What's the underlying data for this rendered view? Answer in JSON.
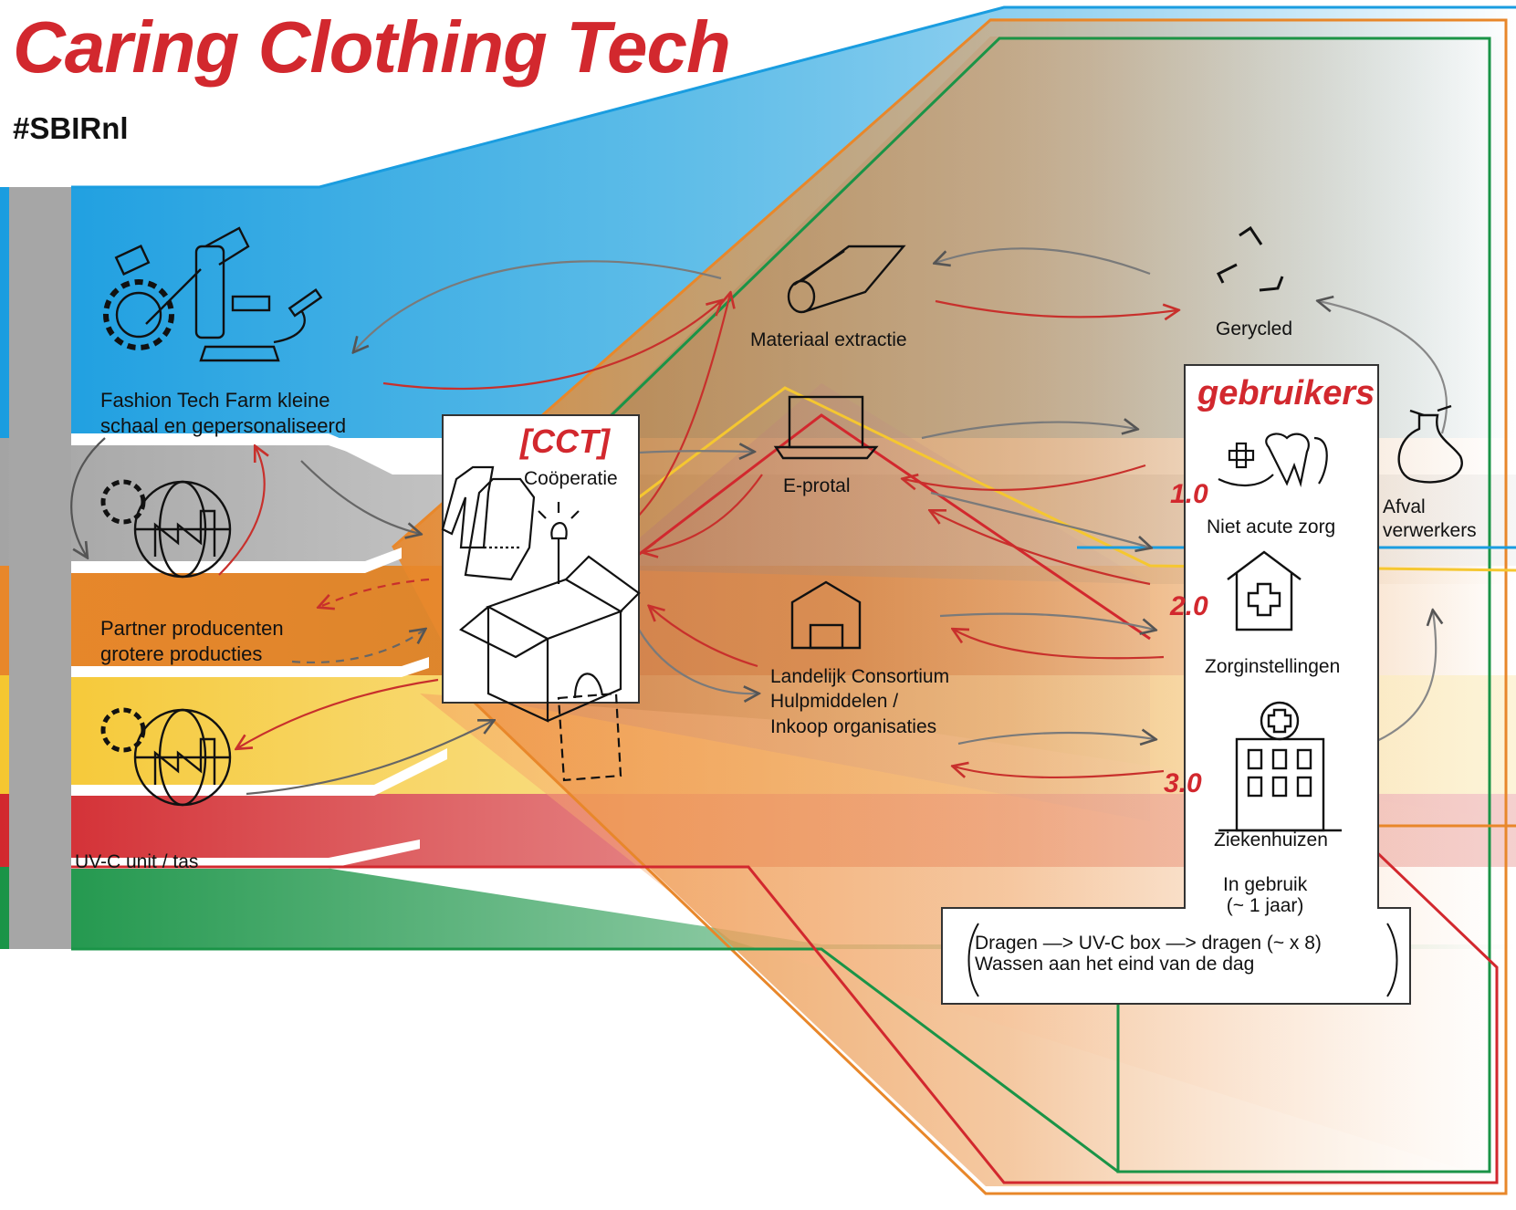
{
  "title": "Caring Clothing Tech",
  "hashtag": "#SBIRnl",
  "colors": {
    "brand_red": "#d2282e",
    "blue": "#1a9de0",
    "grey": "#a8a8a8",
    "orange": "#e8872a",
    "yellow": "#f5c730",
    "red": "#d2282e",
    "green": "#1a9447",
    "mauve": "#b07a78"
  },
  "producers": [
    {
      "id": "fashion-tech-farm",
      "lines": [
        "Fashion Tech Farm kleine",
        "schaal en gepersonaliseerd"
      ],
      "icon": "microscope-gear-icon"
    },
    {
      "id": "partner-producenten",
      "lines": [
        "Partner producenten",
        "grotere producties"
      ],
      "icon": "factory-globe-icon"
    },
    {
      "id": "uvc-unit",
      "lines": [
        "UV-C unit / tas"
      ],
      "icon": "factory-globe-icon"
    }
  ],
  "cooperative": {
    "heading": "[CCT]",
    "label": "Coöperatie",
    "icons": [
      "gown-icon",
      "box-icon",
      "uvc-lamp-icon",
      "bag-icon"
    ]
  },
  "channels": [
    {
      "id": "materiaal-extractie",
      "lines": [
        "Materiaal extractie"
      ],
      "icon": "fabric-roll-icon"
    },
    {
      "id": "e-portal",
      "lines": [
        "E-protal"
      ],
      "icon": "laptop-icon"
    },
    {
      "id": "landelijk-consortium",
      "lines": [
        "Landelijk Consortium",
        "Hulpmiddelen /",
        "Inkoop organisaties"
      ],
      "icon": "warehouse-icon"
    }
  ],
  "recycled": {
    "label": "Gerycled",
    "icon": "recycle-icon"
  },
  "waste": {
    "lines": [
      "Afval",
      "verwerkers"
    ],
    "icon": "waste-bag-icon"
  },
  "users": {
    "heading": "gebruikers",
    "groups": [
      {
        "number": "1.0",
        "label": "Niet acute zorg",
        "icon": "care-hand-tooth-icon"
      },
      {
        "number": "2.0",
        "label": "Zorginstellingen",
        "icon": "care-house-icon"
      },
      {
        "number": "3.0",
        "label": "Ziekenhuizen",
        "icon": "hospital-icon"
      }
    ],
    "in_use": [
      "In gebruik",
      "(~ 1 jaar)"
    ]
  },
  "usage_note": [
    "Dragen —> UV-C box —> dragen (~ x 8)",
    "Wassen aan het eind van de dag"
  ]
}
